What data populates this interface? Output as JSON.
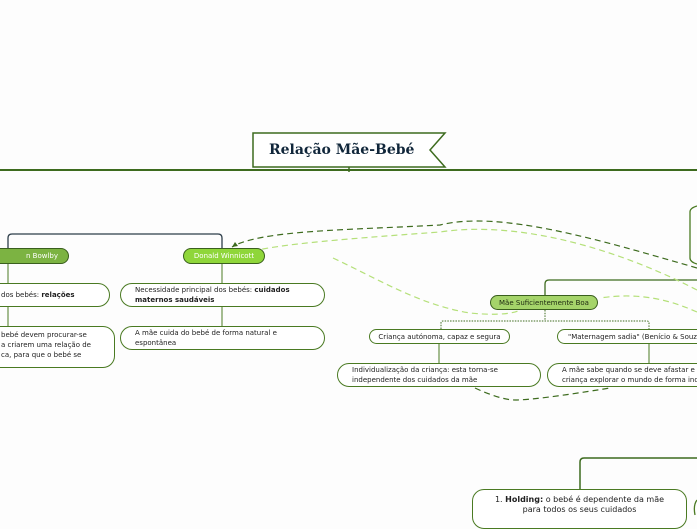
{
  "title": "Relação Mãe-Bebé",
  "colors": {
    "line": "#3d6b1e",
    "topic_bowlby": "#7cb342",
    "topic_winnicott": "#8fd63a",
    "topic_mae": "#a5d46a",
    "dashed_light": "#b5e07a"
  },
  "bowlby": {
    "label": "n Bowlby",
    "box1_text": "dos bebés: ",
    "box1_bold": "relações",
    "box2_lines": [
      "bebé devem procurar-se",
      "a criarem uma relação de",
      "ca, para que o bebé se"
    ]
  },
  "winnicott": {
    "label": "Donald Winnicott",
    "box1_text": "Necessidade principal dos bebés: ",
    "box1_bold": "cuidados maternos saudáveis",
    "box2_text": "A mãe cuida do bebé de forma natural e espontânea"
  },
  "mae": {
    "label": "Mãe Suficientemente Boa",
    "child1": "Criança autónoma, capaz e segura",
    "child1_box": "Individualização da criança: esta torna-se independente dos cuidados da mãe",
    "child2": "\"Maternagem sadia\" (Benício & Souza,",
    "child2_box": "A mãe sabe quando se deve afastar e d criança explorar o mundo de forma ind"
  },
  "holding": {
    "prefix": "1. ",
    "bold": "Holding:",
    "text": " o bebé é dependente da mãe para todos os seus cuidados"
  }
}
